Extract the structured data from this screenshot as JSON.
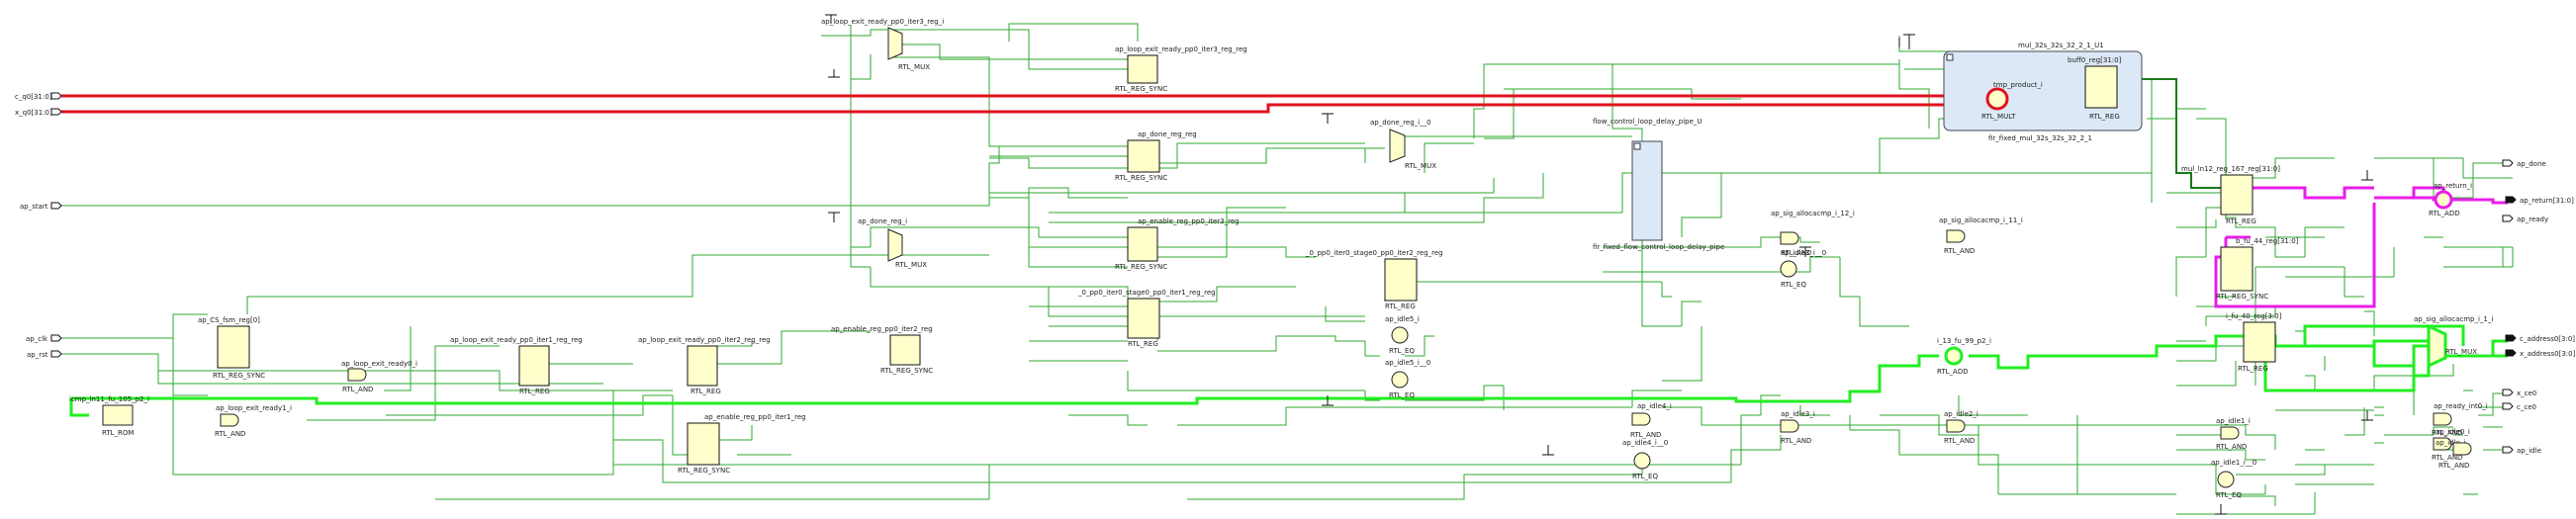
{
  "ports_in": [
    {
      "id": "p_c_q0",
      "label": "c_q0[31:0]"
    },
    {
      "id": "p_x_q0",
      "label": "x_q0[31:0]"
    },
    {
      "id": "p_ap_start",
      "label": "ap_start"
    },
    {
      "id": "p_ap_clk",
      "label": "ap_clk"
    },
    {
      "id": "p_ap_rst",
      "label": "ap_rst"
    }
  ],
  "ports_out": [
    {
      "id": "p_ap_done",
      "label": "ap_done"
    },
    {
      "id": "p_ap_return",
      "label": "ap_return[31:0]"
    },
    {
      "id": "p_ap_ready",
      "label": "ap_ready"
    },
    {
      "id": "p_c_address0",
      "label": "c_address0[3:0]"
    },
    {
      "id": "p_x_address0",
      "label": "x_address0[3:0]"
    },
    {
      "id": "p_x_ce0",
      "label": "x_ce0"
    },
    {
      "id": "p_c_ce0",
      "label": "c_ce0"
    },
    {
      "id": "p_ap_idle",
      "label": "ap_idle"
    }
  ],
  "blocks": [
    {
      "id": "b_rom",
      "name": "icmp_ln11_fu_105_p2_i",
      "type": "RTL_ROM"
    },
    {
      "id": "b_cs_fsm",
      "name": "ap_CS_fsm_reg[0]",
      "type": "RTL_REG_SYNC"
    },
    {
      "id": "b_and_exit_ready0",
      "name": "ap_loop_exit_ready0_i",
      "type": "RTL_AND"
    },
    {
      "id": "b_and_exit_ready1",
      "name": "ap_loop_exit_ready1_i",
      "type": "RTL_AND"
    },
    {
      "id": "b_reg_exit_pp0_iter1",
      "name": "ap_loop_exit_ready_pp0_iter1_reg_reg",
      "type": "RTL_REG"
    },
    {
      "id": "b_reg_exit_pp0_iter2",
      "name": "ap_loop_exit_ready_pp0_iter2_reg_reg",
      "type": "RTL_REG"
    },
    {
      "id": "b_reg_enable_pp0_iter1",
      "name": "ap_enable_reg_pp0_iter1_reg",
      "type": "RTL_REG_SYNC"
    },
    {
      "id": "b_mux_exit_ready",
      "name": "ap_loop_exit_ready_pp0_iter3_reg_i",
      "type": "RTL_MUX"
    },
    {
      "id": "b_reg_exit_iter3",
      "name": "ap_loop_exit_ready_pp0_iter3_reg_reg",
      "type": "RTL_REG_SYNC"
    },
    {
      "id": "b_reg_done",
      "name": "ap_done_reg_reg",
      "type": "RTL_REG_SYNC"
    },
    {
      "id": "b_mux_done",
      "name": "ap_done_reg_i__0",
      "type": "RTL_MUX"
    },
    {
      "id": "b_mux_done2",
      "name": "ap_done_reg_i",
      "type": "RTL_MUX"
    },
    {
      "id": "b_reg_enable_iter3",
      "name": "ap_enable_reg_pp0_iter3_reg",
      "type": "RTL_REG_SYNC"
    },
    {
      "id": "b_reg_enable_iter2",
      "name": "ap_enable_reg_pp0_iter2_reg",
      "type": "RTL_REG_SYNC"
    },
    {
      "id": "b_reg_stage0_iter1",
      "name": "_0_pp0_iter0_stage0_pp0_iter1_reg_reg",
      "type": "RTL_REG"
    },
    {
      "id": "b_reg_stage0_iter2",
      "name": "_0_pp0_iter0_stage0_pp0_iter2_reg_reg",
      "type": "RTL_REG"
    },
    {
      "id": "b_eq_idle5",
      "name": "ap_idle5_i",
      "type": "RTL_EQ"
    },
    {
      "id": "b_eq_idle5_0",
      "name": "ap_idle5_i__0",
      "type": "RTL_EQ"
    },
    {
      "id": "b_and_idle4",
      "name": "ap_idle4_i",
      "type": "RTL_AND"
    },
    {
      "id": "b_eq_idle4_0",
      "name": "ap_idle4_i__0",
      "type": "RTL_EQ"
    },
    {
      "id": "b_and_sig12",
      "name": "ap_sig_allocacmp_i_12_i",
      "type": "RTL_AND"
    },
    {
      "id": "b_and_sig11",
      "name": "ap_sig_allocacmp_i_11_i",
      "type": "RTL_AND"
    },
    {
      "id": "b_eq_idle3_0",
      "name": "ap_idle3_i__0",
      "type": "RTL_EQ"
    },
    {
      "id": "b_and_idle3",
      "name": "ap_idle3_i",
      "type": "RTL_AND"
    },
    {
      "id": "b_and_idle2",
      "name": "ap_idle2_i",
      "type": "RTL_AND"
    },
    {
      "id": "b_and_idle1",
      "name": "ap_idle1_i",
      "type": "RTL_AND"
    },
    {
      "id": "b_eq_idle1_0",
      "name": "ap_idle1_i__0",
      "type": "RTL_EQ"
    },
    {
      "id": "b_and_ready_int0",
      "name": "ap_ready_int0_i",
      "type": "RTL_AND"
    },
    {
      "id": "b_and_idle0",
      "name": "ap_idle0_i",
      "type": "RTL_AND"
    },
    {
      "id": "b_and_idle",
      "name": "ap_idle_i",
      "type": "RTL_AND"
    },
    {
      "id": "b_flow",
      "name": "flow_control_loop_delay_pipe_U",
      "type": "fir_fixed_flow_control_loop_delay_pipe"
    },
    {
      "id": "b_mul_hier",
      "name": "mul_32s_32s_32_2_1_U1",
      "type": "fir_fixed_mul_32s_32s_32_2_1"
    },
    {
      "id": "b_tmp_product",
      "name": "tmp_product_i",
      "type": "RTL_MULT"
    },
    {
      "id": "b_buff0",
      "name": "buff0_reg[31:0]",
      "type": "RTL_REG"
    },
    {
      "id": "b_mul_reg",
      "name": "mul_ln12_reg_167_reg[31:0]",
      "type": "RTL_REG"
    },
    {
      "id": "b_add_return",
      "name": "ap_return_i",
      "type": "RTL_ADD"
    },
    {
      "id": "b_acc_reg",
      "name": "b_fu_44_reg[31:0]",
      "type": "RTL_REG_SYNC"
    },
    {
      "id": "b_i_reg",
      "name": "i_fu_40_reg[3:0]",
      "type": "RTL_REG"
    },
    {
      "id": "b_add_i",
      "name": "i_13_fu_99_p2_i",
      "type": "RTL_ADD"
    },
    {
      "id": "b_mux_i",
      "name": "ap_sig_allocacmp_i_1_i",
      "type": "RTL_MUX"
    }
  ],
  "colors": {
    "wire": "#2eaa2e",
    "bus_red": "#e0121e",
    "bus_green": "#22ee22",
    "bus_magenta": "#e81ee8",
    "block_fill": "#ffffcc",
    "hier_fill": "#dce8f5"
  }
}
